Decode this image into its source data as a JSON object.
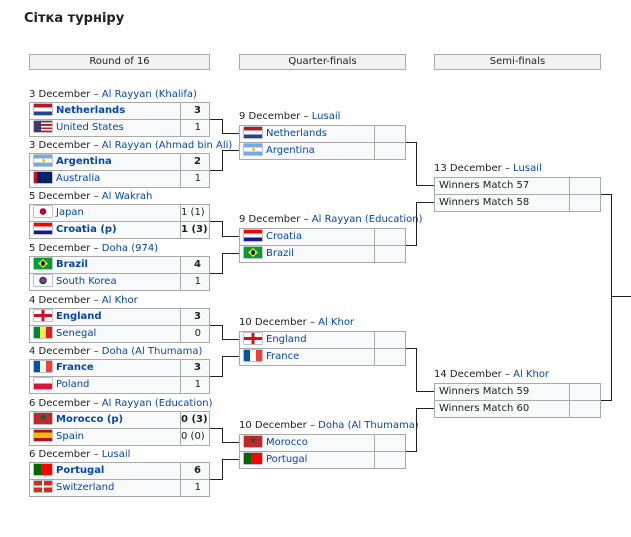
{
  "title": "Сітка турніру",
  "rounds": [
    "Round of 16",
    "Quarter-finals",
    "Semi-finals"
  ],
  "r16": [
    {
      "date": "3 December –",
      "venue": "Al Rayyan (Khalifa)",
      "teams": [
        {
          "name": "Netherlands",
          "flag": "nl",
          "score": "3",
          "win": true
        },
        {
          "name": "United States",
          "flag": "us",
          "score": "1",
          "win": false
        }
      ]
    },
    {
      "date": "3 December –",
      "venue": "Al Rayyan (Ahmad bin Ali)",
      "teams": [
        {
          "name": "Argentina",
          "flag": "ar",
          "score": "2",
          "win": true
        },
        {
          "name": "Australia",
          "flag": "au",
          "score": "1",
          "win": false
        }
      ]
    },
    {
      "date": "5 December –",
      "venue": "Al Wakrah",
      "teams": [
        {
          "name": "Japan",
          "flag": "jp",
          "score": "1 (1)",
          "win": false
        },
        {
          "name": "Croatia (p)",
          "flag": "hr",
          "score": "1 (3)",
          "win": true
        }
      ]
    },
    {
      "date": "5 December –",
      "venue": "Doha (974)",
      "teams": [
        {
          "name": "Brazil",
          "flag": "br",
          "score": "4",
          "win": true
        },
        {
          "name": "South Korea",
          "flag": "kr",
          "score": "1",
          "win": false
        }
      ]
    },
    {
      "date": "4 December –",
      "venue": "Al Khor",
      "teams": [
        {
          "name": "England",
          "flag": "en",
          "score": "3",
          "win": true
        },
        {
          "name": "Senegal",
          "flag": "sn",
          "score": "0",
          "win": false
        }
      ]
    },
    {
      "date": "4 December –",
      "venue": "Doha (Al Thumama)",
      "teams": [
        {
          "name": "France",
          "flag": "fr",
          "score": "3",
          "win": true
        },
        {
          "name": "Poland",
          "flag": "pl",
          "score": "1",
          "win": false
        }
      ]
    },
    {
      "date": "6 December –",
      "venue": "Al Rayyan (Education)",
      "teams": [
        {
          "name": "Morocco (p)",
          "flag": "ma",
          "score": "0 (3)",
          "win": true
        },
        {
          "name": "Spain",
          "flag": "es",
          "score": "0 (0)",
          "win": false
        }
      ]
    },
    {
      "date": "6 December –",
      "venue": "Lusail",
      "teams": [
        {
          "name": "Portugal",
          "flag": "pt",
          "score": "6",
          "win": true
        },
        {
          "name": "Switzerland",
          "flag": "ch",
          "score": "1",
          "win": false
        }
      ]
    }
  ],
  "qf": [
    {
      "date": "9 December –",
      "venue": "Lusail",
      "teams": [
        {
          "name": "Netherlands",
          "flag": "nl"
        },
        {
          "name": "Argentina",
          "flag": "ar"
        }
      ]
    },
    {
      "date": "9 December –",
      "venue": "Al Rayyan (Education)",
      "teams": [
        {
          "name": "Croatia",
          "flag": "hr"
        },
        {
          "name": "Brazil",
          "flag": "br"
        }
      ]
    },
    {
      "date": "10 December –",
      "venue": "Al Khor",
      "teams": [
        {
          "name": "England",
          "flag": "en"
        },
        {
          "name": "France",
          "flag": "fr"
        }
      ]
    },
    {
      "date": "10 December –",
      "venue": "Doha (Al Thumama)",
      "teams": [
        {
          "name": "Morocco",
          "flag": "ma"
        },
        {
          "name": "Portugal",
          "flag": "pt"
        }
      ]
    }
  ],
  "sf": [
    {
      "date": "13 December –",
      "venue": "Lusail",
      "teams": [
        {
          "name": "Winners Match 57"
        },
        {
          "name": "Winners Match 58"
        }
      ]
    },
    {
      "date": "14 December –",
      "venue": "Al Khor",
      "teams": [
        {
          "name": "Winners Match 59"
        },
        {
          "name": "Winners Match 60"
        }
      ]
    }
  ]
}
